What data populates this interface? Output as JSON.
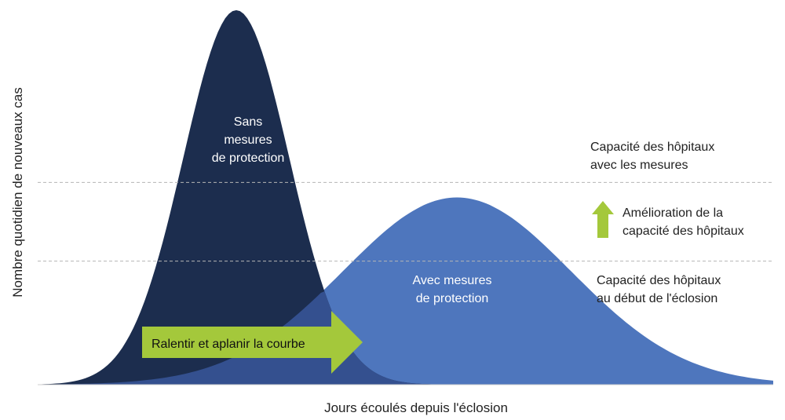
{
  "chart_data": {
    "type": "area",
    "xlabel": "Jours écoulés depuis l'éclosion",
    "ylabel": "Nombre quotidien de nouveaux cas",
    "series": [
      {
        "name": "Sans mesures de protection",
        "label_lines": [
          "Sans",
          "mesures",
          "de protection"
        ],
        "peak_day": 27,
        "peak_value": 100,
        "color": "#1c2d4e"
      },
      {
        "name": "Avec mesures de protection",
        "label_lines": [
          "Avec mesures",
          "de protection"
        ],
        "peak_day": 57,
        "peak_value": 50,
        "color": "#4e76bd"
      }
    ],
    "reference_lines": [
      {
        "label_lines": [
          "Capacité des hôpitaux",
          "avec les mesures"
        ],
        "value": 54,
        "style": "dashed"
      },
      {
        "label_lines": [
          "Capacité des hôpitaux",
          "au début de l'éclosion"
        ],
        "value": 33,
        "style": "dashed"
      }
    ],
    "annotations": {
      "flatten_arrow": {
        "text": "Ralentir et aplanir la courbe",
        "color": "#a4c83b"
      },
      "improvement": {
        "label_lines": [
          "Amélioration de la",
          "capacité des hôpitaux"
        ],
        "color": "#a4c83b"
      }
    },
    "grid": false,
    "legend": "none"
  }
}
